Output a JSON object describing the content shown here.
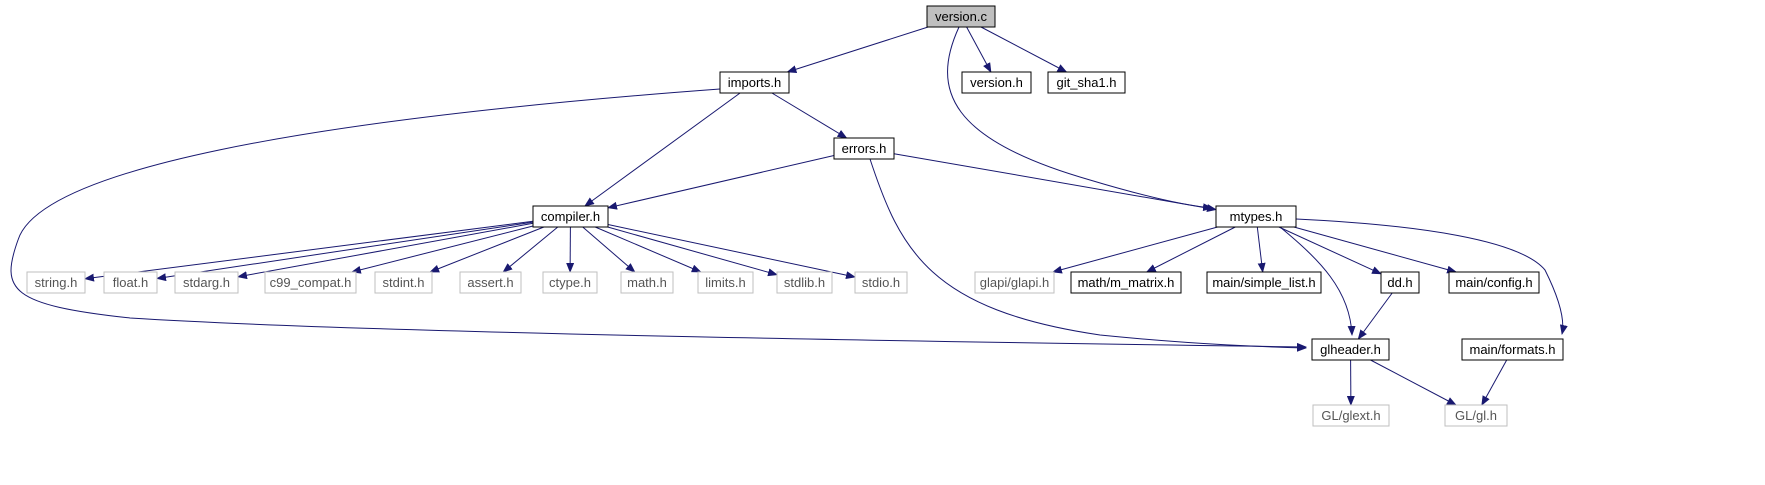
{
  "diagram": {
    "colors": {
      "edge": "#191970",
      "focus_fill": "#bfbfbf",
      "normal_border": "#000000",
      "external_border": "#bfbfbf",
      "external_text": "#555555",
      "text": "#000000"
    },
    "nodes": [
      {
        "id": "version_c",
        "label": "version.c",
        "style": "focus"
      },
      {
        "id": "imports_h",
        "label": "imports.h",
        "style": "normal"
      },
      {
        "id": "version_h",
        "label": "version.h",
        "style": "normal"
      },
      {
        "id": "git_sha1_h",
        "label": "git_sha1.h",
        "style": "normal"
      },
      {
        "id": "errors_h",
        "label": "errors.h",
        "style": "normal"
      },
      {
        "id": "compiler_h",
        "label": "compiler.h",
        "style": "normal"
      },
      {
        "id": "mtypes_h",
        "label": "mtypes.h",
        "style": "normal"
      },
      {
        "id": "string_h",
        "label": "string.h",
        "style": "external"
      },
      {
        "id": "float_h",
        "label": "float.h",
        "style": "external"
      },
      {
        "id": "stdarg_h",
        "label": "stdarg.h",
        "style": "external"
      },
      {
        "id": "c99_compat_h",
        "label": "c99_compat.h",
        "style": "external"
      },
      {
        "id": "stdint_h",
        "label": "stdint.h",
        "style": "external"
      },
      {
        "id": "assert_h",
        "label": "assert.h",
        "style": "external"
      },
      {
        "id": "ctype_h",
        "label": "ctype.h",
        "style": "external"
      },
      {
        "id": "math_h",
        "label": "math.h",
        "style": "external"
      },
      {
        "id": "limits_h",
        "label": "limits.h",
        "style": "external"
      },
      {
        "id": "stdlib_h",
        "label": "stdlib.h",
        "style": "external"
      },
      {
        "id": "stdio_h",
        "label": "stdio.h",
        "style": "external"
      },
      {
        "id": "glapi_h",
        "label": "glapi/glapi.h",
        "style": "external"
      },
      {
        "id": "m_matrix_h",
        "label": "math/m_matrix.h",
        "style": "normal"
      },
      {
        "id": "simple_list_h",
        "label": "main/simple_list.h",
        "style": "normal"
      },
      {
        "id": "dd_h",
        "label": "dd.h",
        "style": "normal"
      },
      {
        "id": "config_h",
        "label": "main/config.h",
        "style": "normal"
      },
      {
        "id": "glheader_h",
        "label": "glheader.h",
        "style": "normal"
      },
      {
        "id": "formats_h",
        "label": "main/formats.h",
        "style": "normal"
      },
      {
        "id": "glext_h",
        "label": "GL/glext.h",
        "style": "external"
      },
      {
        "id": "gl_h",
        "label": "GL/gl.h",
        "style": "external"
      }
    ],
    "edges": [
      {
        "from": "version_c",
        "to": "imports_h"
      },
      {
        "from": "version_c",
        "to": "version_h"
      },
      {
        "from": "version_c",
        "to": "git_sha1_h"
      },
      {
        "from": "version_c",
        "to": "mtypes_h"
      },
      {
        "from": "imports_h",
        "to": "errors_h"
      },
      {
        "from": "imports_h",
        "to": "compiler_h"
      },
      {
        "from": "imports_h",
        "to": "glheader_h"
      },
      {
        "from": "errors_h",
        "to": "compiler_h"
      },
      {
        "from": "errors_h",
        "to": "mtypes_h"
      },
      {
        "from": "errors_h",
        "to": "glheader_h"
      },
      {
        "from": "compiler_h",
        "to": "string_h"
      },
      {
        "from": "compiler_h",
        "to": "float_h"
      },
      {
        "from": "compiler_h",
        "to": "stdarg_h"
      },
      {
        "from": "compiler_h",
        "to": "c99_compat_h"
      },
      {
        "from": "compiler_h",
        "to": "stdint_h"
      },
      {
        "from": "compiler_h",
        "to": "assert_h"
      },
      {
        "from": "compiler_h",
        "to": "ctype_h"
      },
      {
        "from": "compiler_h",
        "to": "math_h"
      },
      {
        "from": "compiler_h",
        "to": "limits_h"
      },
      {
        "from": "compiler_h",
        "to": "stdlib_h"
      },
      {
        "from": "compiler_h",
        "to": "stdio_h"
      },
      {
        "from": "mtypes_h",
        "to": "glapi_h"
      },
      {
        "from": "mtypes_h",
        "to": "m_matrix_h"
      },
      {
        "from": "mtypes_h",
        "to": "simple_list_h"
      },
      {
        "from": "mtypes_h",
        "to": "dd_h"
      },
      {
        "from": "mtypes_h",
        "to": "config_h"
      },
      {
        "from": "mtypes_h",
        "to": "glheader_h"
      },
      {
        "from": "mtypes_h",
        "to": "formats_h"
      },
      {
        "from": "dd_h",
        "to": "glheader_h"
      },
      {
        "from": "glheader_h",
        "to": "glext_h"
      },
      {
        "from": "glheader_h",
        "to": "gl_h"
      },
      {
        "from": "formats_h",
        "to": "gl_h"
      }
    ]
  }
}
